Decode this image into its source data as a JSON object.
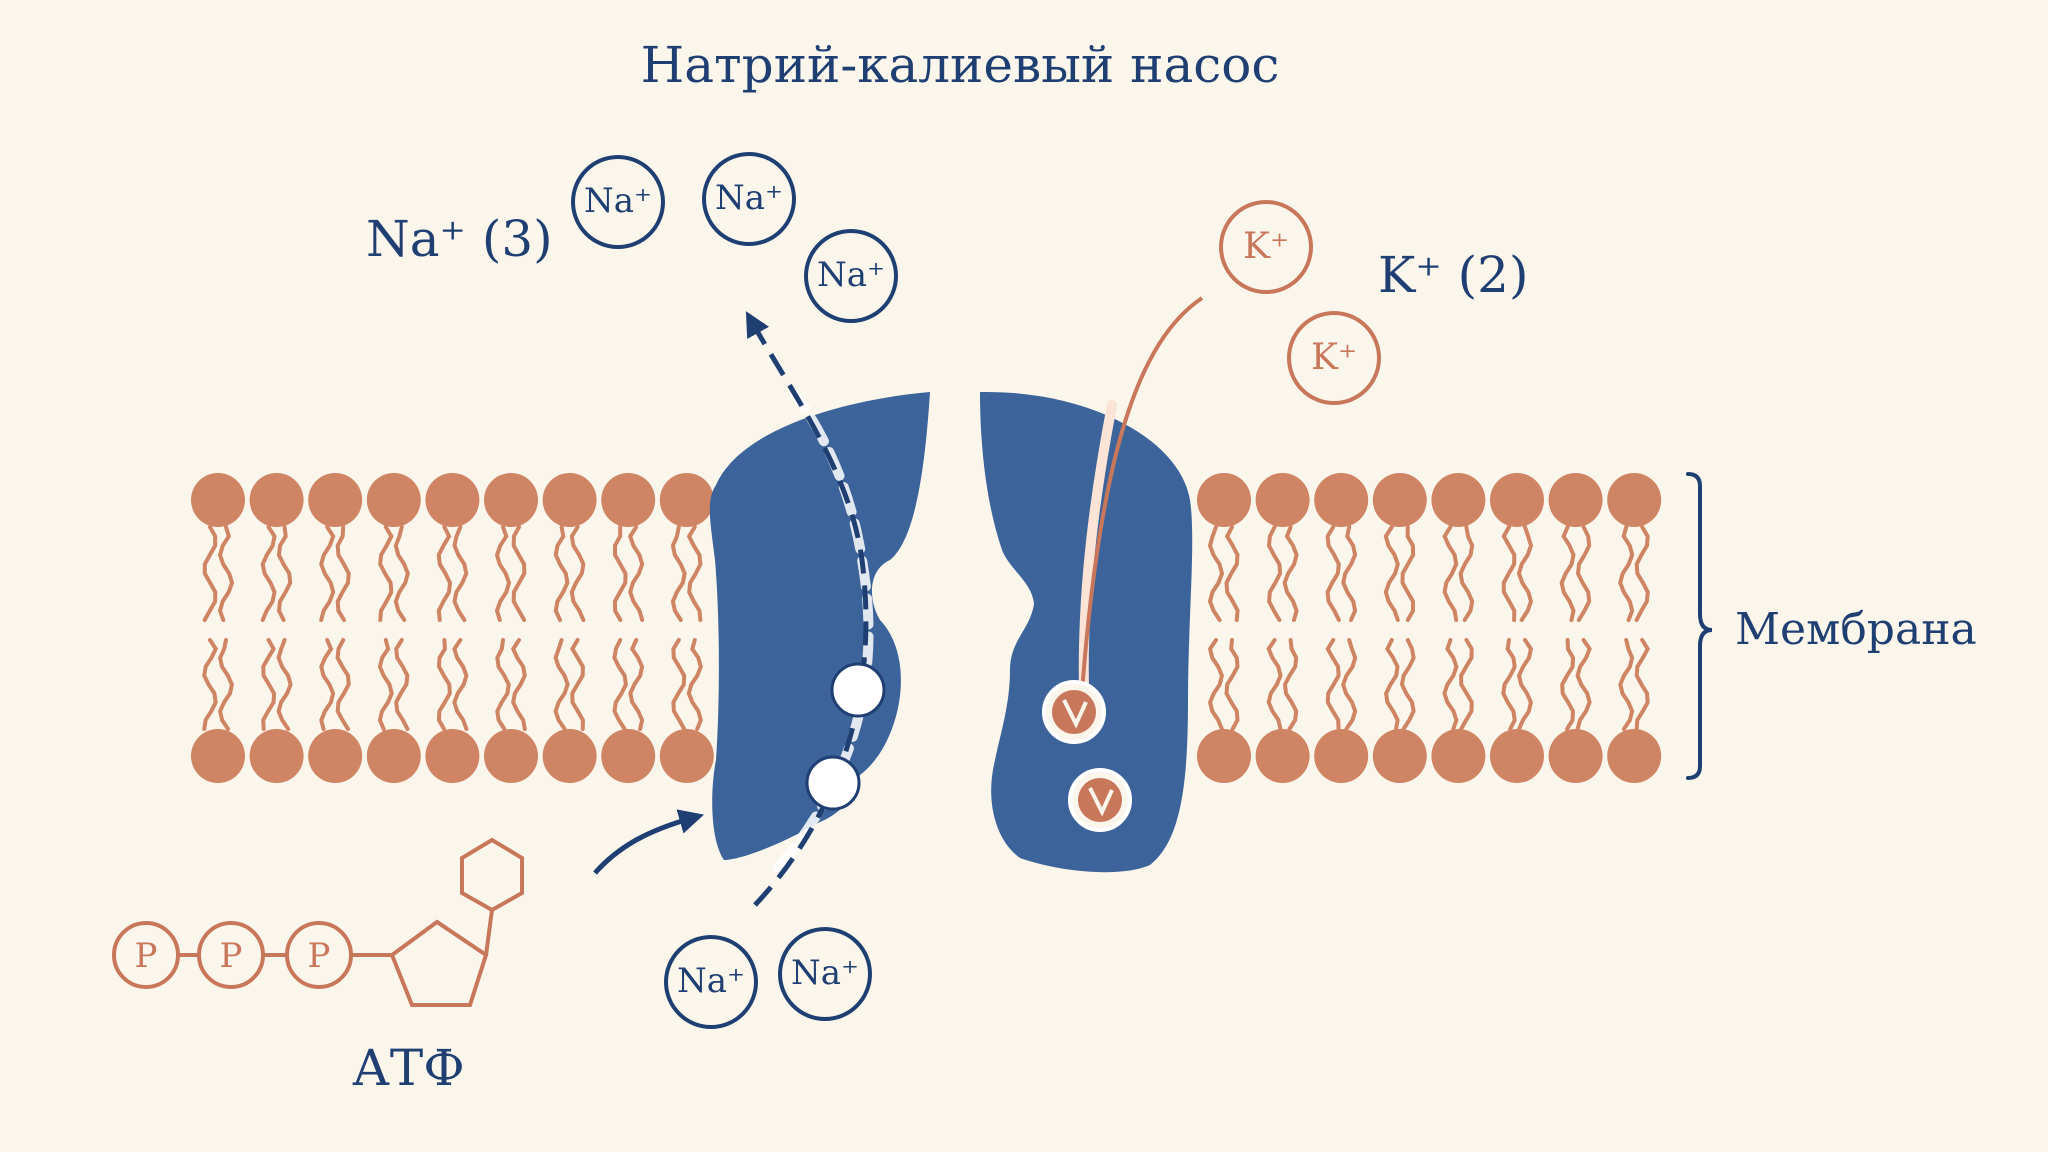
{
  "title": "Натрий-калиевый насос",
  "labels": {
    "na_out": "Na⁺ (3)",
    "k_out": "K⁺ (2)",
    "membrane": "Мембрана",
    "atp": "АТФ"
  },
  "ions": {
    "na": "Na⁺",
    "k": "K⁺",
    "phosphate": "P"
  },
  "colors": {
    "background": "#fbf6ec",
    "navy": "#1f3f73",
    "protein": "#3d649a",
    "copper": "#c8775a",
    "lipid": "#cf8463"
  }
}
